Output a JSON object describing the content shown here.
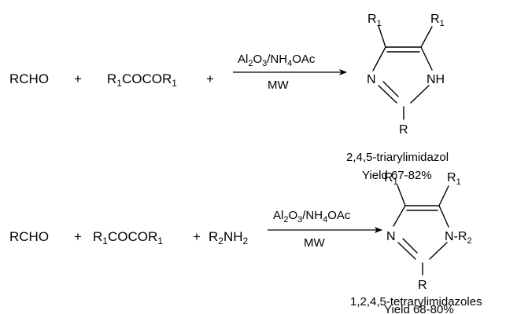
{
  "reaction_1": {
    "reagent_1": "RCHO",
    "plus_1": "+",
    "reagent_2": {
      "base": "R",
      "sub1": "1",
      "mid": "COCOR",
      "sub2": "1"
    },
    "plus_2": "+",
    "condition_top": {
      "p1": "Al",
      "s1": "2",
      "p2": "O",
      "s2": "3",
      "p3": "/NH",
      "s3": "4",
      "p4": "OAc"
    },
    "condition_bottom": "MW",
    "product": {
      "sub_left": {
        "base": "R",
        "sub": "1"
      },
      "sub_right": {
        "base": "R",
        "sub": "1"
      },
      "atom_n": "N",
      "atom_nh": "NH",
      "atom_r": "R"
    },
    "caption": "2,4,5-triarylimidazol",
    "yield": "Yield 67-82%"
  },
  "reaction_2": {
    "reagent_1": "RCHO",
    "plus_1": "+",
    "reagent_2": {
      "base": "R",
      "sub1": "1",
      "mid": "COCOR",
      "sub2": "1"
    },
    "plus_2": "+",
    "reagent_3": {
      "base": "R",
      "sub1": "2",
      "mid": "NH",
      "sub2": "2"
    },
    "condition_top": {
      "p1": "Al",
      "s1": "2",
      "p2": "O",
      "s2": "3",
      "p3": "/NH",
      "s3": "4",
      "p4": "OAc"
    },
    "condition_bottom": "MW",
    "product": {
      "sub_left": {
        "base": "R",
        "sub": "1"
      },
      "sub_right": {
        "base": "R",
        "sub": "1"
      },
      "atom_n": "N",
      "atom_n1": {
        "base": "N-R",
        "sub": "2"
      },
      "atom_r": "R"
    },
    "caption": "1,2,4,5-tetrarylimidazoles",
    "yield": "Yield 68-80%"
  }
}
